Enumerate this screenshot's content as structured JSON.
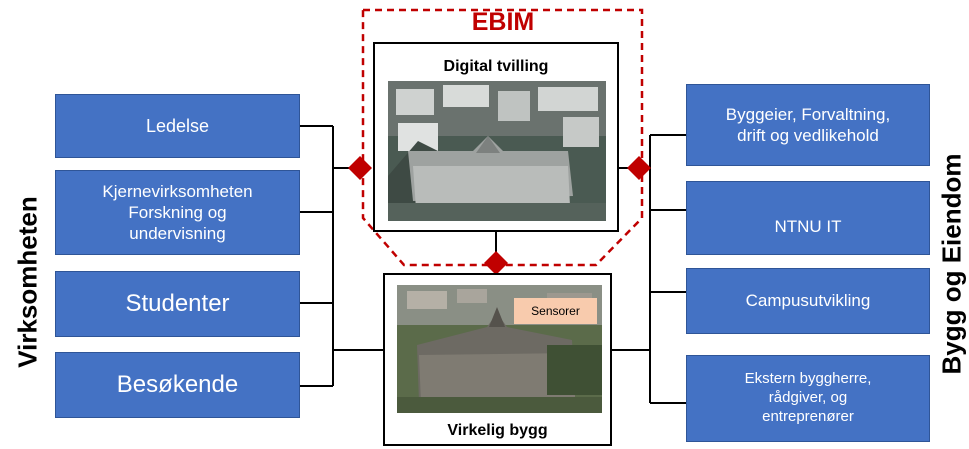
{
  "ebim_title": "EBIM",
  "left_label": "Virksomheten",
  "right_label": "Bygg og Eiendom",
  "digital_twin": {
    "title": "Digital tvilling"
  },
  "real_building": {
    "title": "Virkelig bygg",
    "sensor_label": "Sensorer"
  },
  "left_boxes": [
    {
      "label": "Ledelse"
    },
    {
      "label": "Kjernevirksomheten\nForskning og\nundervisning"
    },
    {
      "label": "Studenter"
    },
    {
      "label": "Besøkende"
    }
  ],
  "right_boxes": [
    {
      "label": "Byggeier, Forvaltning,\ndrift og vedlikehold"
    },
    {
      "label": "NTNU IT"
    },
    {
      "label": "Campusutvikling"
    },
    {
      "label": "Ekstern byggherre,\nrådgiver,  og\nentreprenører"
    }
  ],
  "colors": {
    "box_fill": "#4472c4",
    "ebim_red": "#c00000",
    "sensor_fill": "#f8cbad"
  },
  "icons": [
    "diamond-connector"
  ]
}
